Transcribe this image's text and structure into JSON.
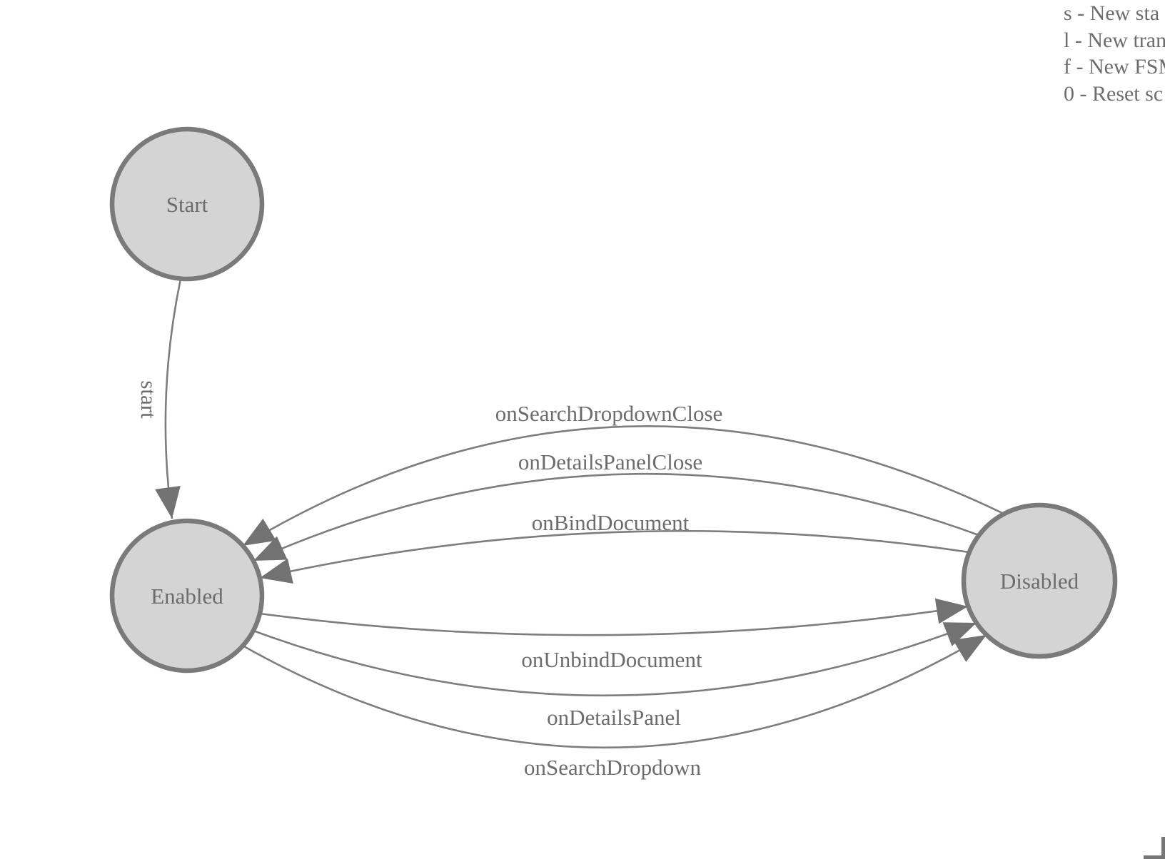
{
  "legend": {
    "items": [
      {
        "label": "s - New sta"
      },
      {
        "label": "l - New tran"
      },
      {
        "label": "f - New FSM"
      },
      {
        "label": "0 - Reset sc"
      }
    ]
  },
  "nodes": [
    {
      "id": "start",
      "label": "Start"
    },
    {
      "id": "enabled",
      "label": "Enabled"
    },
    {
      "id": "disabled",
      "label": "Disabled"
    }
  ],
  "transitions": [
    {
      "label": "start",
      "from": "Start",
      "to": "Enabled"
    },
    {
      "label": "onSearchDropdownClose",
      "from": "Disabled",
      "to": "Enabled"
    },
    {
      "label": "onDetailsPanelClose",
      "from": "Disabled",
      "to": "Enabled"
    },
    {
      "label": "onBindDocument",
      "from": "Disabled",
      "to": "Enabled"
    },
    {
      "label": "onUnbindDocument",
      "from": "Enabled",
      "to": "Disabled"
    },
    {
      "label": "onDetailsPanel",
      "from": "Enabled",
      "to": "Disabled"
    },
    {
      "label": "onSearchDropdown",
      "from": "Enabled",
      "to": "Disabled"
    }
  ],
  "colors": {
    "node_fill": "#d4d4d4",
    "node_border": "#7a7a7a",
    "edge_line": "#7d7d7d",
    "arrowhead": "#727272",
    "label_text": "#6c6c6c",
    "legend_text": "#6d6d6d"
  }
}
